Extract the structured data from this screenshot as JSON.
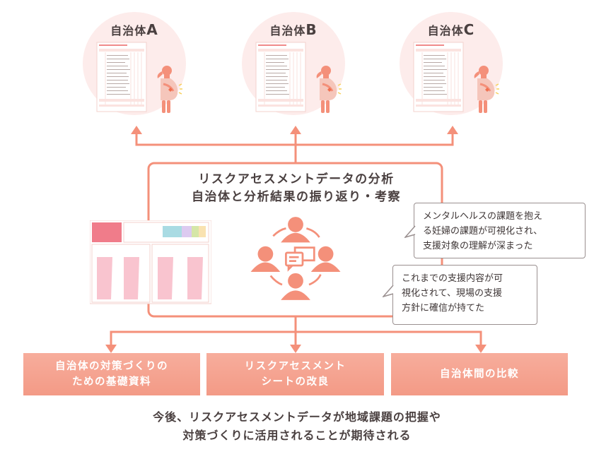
{
  "municipalities": [
    {
      "label": "自治体",
      "letter": "A"
    },
    {
      "label": "自治体",
      "letter": "B"
    },
    {
      "label": "自治体",
      "letter": "C"
    }
  ],
  "center": {
    "title_line1": "リスクアセスメントデータの分析",
    "title_line2": "自治体と分析結果の振り返り・考察"
  },
  "bubbles": [
    {
      "line1": "メンタルヘルスの課題を抱え",
      "line2": "る妊婦の課題が可視化され、",
      "line3": "支援対象の理解が深まった"
    },
    {
      "line1": "これまでの支援内容が可",
      "line2": "視化されて、現場の支援",
      "line3": "方針に確信が持てた"
    }
  ],
  "outcomes": [
    {
      "line1": "自治体の対策づくりの",
      "line2": "ための基礎資料"
    },
    {
      "line1": "リスクアセスメント",
      "line2": "シートの改良"
    },
    {
      "line1": "自治体間の比較",
      "line2": ""
    }
  ],
  "conclusion": {
    "line1": "今後、リスクアセスメントデータが地域課題の把握や",
    "line2": "対策づくりに活用されることが期待される"
  },
  "colors": {
    "accent": "#f4907a",
    "circle": "#fdeceb",
    "text": "#4a4040"
  }
}
